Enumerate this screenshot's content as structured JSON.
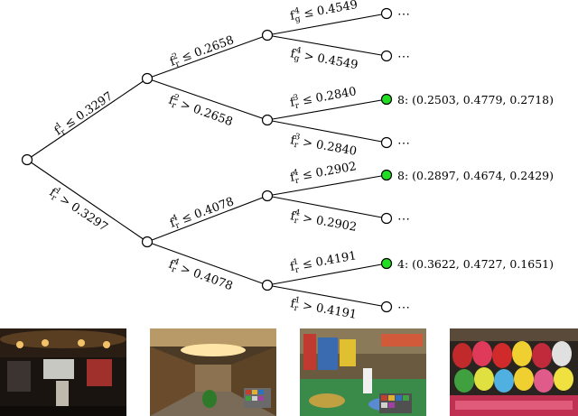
{
  "edges": {
    "root_left": {
      "feat": "f",
      "sub": "r",
      "sup": "1",
      "op": "≤",
      "thr": "0.3297"
    },
    "root_right": {
      "feat": "f",
      "sub": "r",
      "sup": "1",
      "op": ">",
      "thr": "0.3297"
    },
    "a_top": {
      "feat": "f",
      "sub": "r",
      "sup": "2",
      "op": "≤",
      "thr": "0.2658"
    },
    "a_bot": {
      "feat": "f",
      "sub": "r",
      "sup": "2",
      "op": ">",
      "thr": "0.2658"
    },
    "b_top": {
      "feat": "f",
      "sub": "r",
      "sup": "4",
      "op": "≤",
      "thr": "0.4078"
    },
    "b_bot": {
      "feat": "f",
      "sub": "r",
      "sup": "4",
      "op": ">",
      "thr": "0.4078"
    },
    "c_top": {
      "feat": "f",
      "sub": "g",
      "sup": "4",
      "op": "≤",
      "thr": "0.4549"
    },
    "c_bot": {
      "feat": "f",
      "sub": "g",
      "sup": "4",
      "op": ">",
      "thr": "0.4549"
    },
    "d_top": {
      "feat": "f",
      "sub": "r",
      "sup": "3",
      "op": "≤",
      "thr": "0.2840"
    },
    "d_bot": {
      "feat": "f",
      "sub": "r",
      "sup": "3",
      "op": ">",
      "thr": "0.2840"
    },
    "e_top": {
      "feat": "f",
      "sub": "r",
      "sup": "4",
      "op": "≤",
      "thr": "0.2902"
    },
    "e_bot": {
      "feat": "f",
      "sub": "r",
      "sup": "4",
      "op": ">",
      "thr": "0.2902"
    },
    "g_top": {
      "feat": "f",
      "sub": "r",
      "sup": "1",
      "op": "≤",
      "thr": "0.4191"
    },
    "g_bot": {
      "feat": "f",
      "sub": "r",
      "sup": "1",
      "op": ">",
      "thr": "0.4191"
    }
  },
  "leaves": {
    "leaf1": "⋯",
    "leaf2": "⋯",
    "leaf3": "8: (0.2503, 0.4779, 0.2718)",
    "leaf4": "⋯",
    "leaf5": "8: (0.2897, 0.4674, 0.2429)",
    "leaf6": "⋯",
    "leaf7": "4: (0.3622, 0.4727, 0.1651)",
    "leaf8": "⋯"
  },
  "colors": {
    "terminal_node": "#22dd22",
    "internal_node": "#ffffff"
  },
  "photos": [
    "lobby-photo",
    "hallway-photo",
    "playground-photo",
    "backpacks-photo"
  ]
}
